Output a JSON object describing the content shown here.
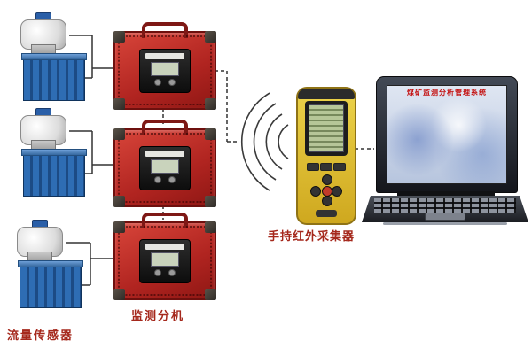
{
  "labels": {
    "flow_sensor": "流量传感器",
    "monitor_unit": "监测分机",
    "handheld_collector": "手持红外采集器"
  },
  "laptop": {
    "screen_title": "煤矿监测分析管理系统"
  },
  "colors": {
    "label_red": "#a5281c",
    "monitor_box_red": "#b02420",
    "handheld_yellow": "#d9b82a",
    "sensor_blue": "#2b6cb8"
  },
  "icons": {
    "wireless": "wireless-signal-arcs",
    "connectors": "dashed-connection-lines"
  }
}
